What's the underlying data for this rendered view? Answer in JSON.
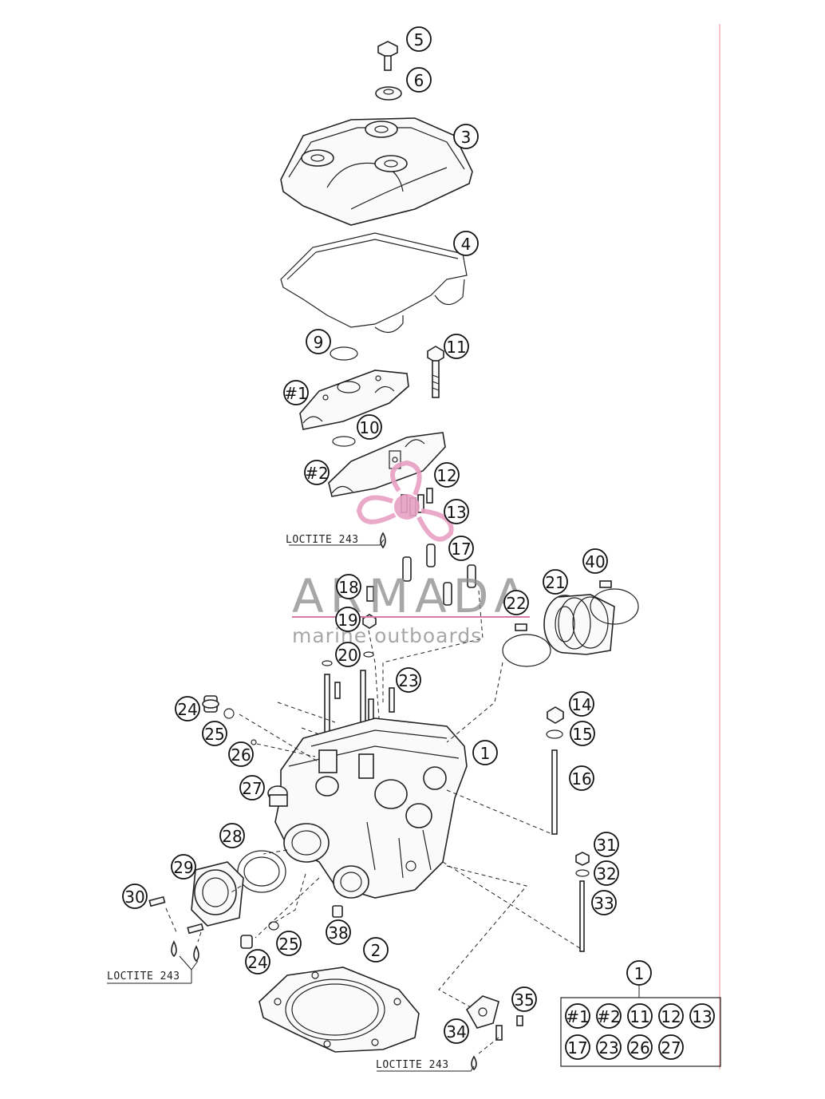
{
  "callouts": [
    "5",
    "6",
    "3",
    "4",
    "9",
    "11",
    "#1",
    "10",
    "#2",
    "12",
    "13",
    "17",
    "40",
    "21",
    "22",
    "18",
    "19",
    "20",
    "23",
    "14",
    "15",
    "16",
    "24",
    "25",
    "26",
    "1",
    "27",
    "28",
    "29",
    "30",
    "31",
    "32",
    "33",
    "38",
    "25",
    "2",
    "24",
    "1",
    "35",
    "34"
  ],
  "loctite": [
    "LOCTITE 243",
    "LOCTITE 243",
    "LOCTITE 243"
  ],
  "kit": {
    "row1": [
      "#1",
      "#2",
      "11",
      "12",
      "13"
    ],
    "row2": [
      "17",
      "23",
      "26",
      "27"
    ]
  },
  "watermark": {
    "title": "ARMADA",
    "subtitle": "marine outboards",
    "logo_color": "#e9a0c4",
    "accent_color": "#d77aa8"
  },
  "colors": {
    "line": "#222222",
    "margin_rule": "#f2a0a0"
  }
}
